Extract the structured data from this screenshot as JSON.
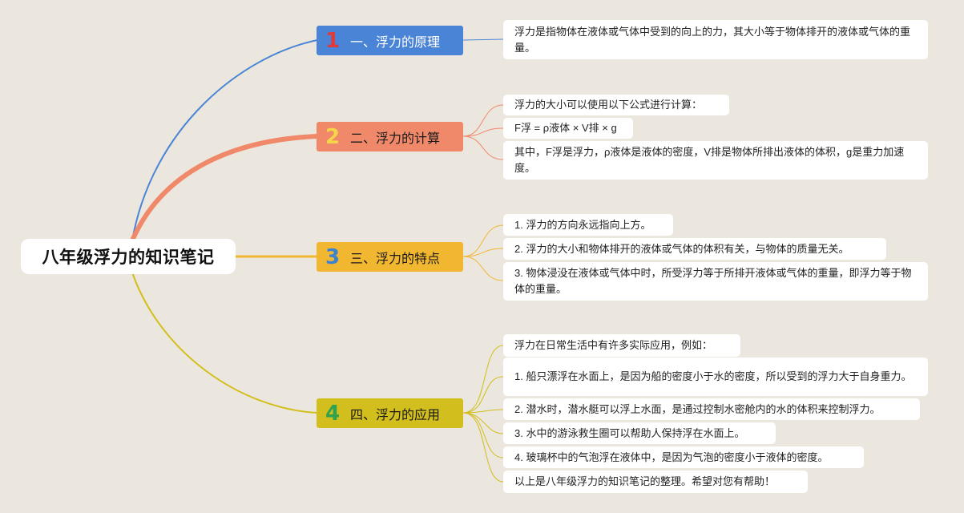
{
  "root": {
    "title": "八年级浮力的知识笔记"
  },
  "branches": [
    {
      "num": "1",
      "label": "一、浮力的原理",
      "color": "#4a84d6",
      "leaves": [
        "浮力是指物体在液体或气体中受到的向上的力，其大小等于物体排开的液体或气体的重量。"
      ]
    },
    {
      "num": "2",
      "label": "二、浮力的计算",
      "color": "#f0886a",
      "leaves": [
        "浮力的大小可以使用以下公式进行计算：",
        "F浮 = ρ液体 × V排 × g",
        "其中，F浮是浮力，ρ液体是液体的密度，V排是物体所排出液体的体积，g是重力加速度。"
      ]
    },
    {
      "num": "3",
      "label": "三、浮力的特点",
      "color": "#f2b731",
      "leaves": [
        "1. 浮力的方向永远指向上方。",
        "2. 浮力的大小和物体排开的液体或气体的体积有关，与物体的质量无关。",
        "3. 物体浸没在液体或气体中时，所受浮力等于所排开液体或气体的重量，即浮力等于物体的重量。"
      ]
    },
    {
      "num": "4",
      "label": "四、浮力的应用",
      "color": "#d2be1c",
      "leaves": [
        "浮力在日常生活中有许多实际应用，例如：",
        "1. 船只漂浮在水面上，是因为船的密度小于水的密度，所以受到的浮力大于自身重力。",
        "2. 潜水时，潜水艇可以浮上水面，是通过控制水密舱内的水的体积来控制浮力。",
        "3. 水中的游泳救生圈可以帮助人保持浮在水面上。",
        "4. 玻璃杯中的气泡浮在液体中，是因为气泡的密度小于液体的密度。",
        "以上是八年级浮力的知识笔记的整理。希望对您有帮助！"
      ]
    }
  ]
}
